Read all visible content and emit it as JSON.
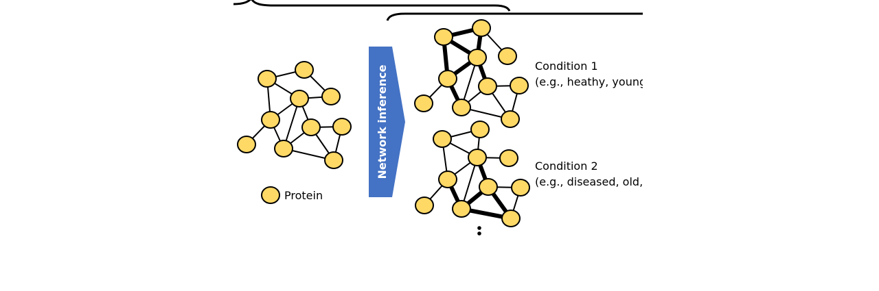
{
  "colors": {
    "node_fill": "#FFD966",
    "edge": "#000000",
    "arrow_fill": "#4472C4",
    "arrow_text": "#FFFFFF",
    "background": "#FFFFFF"
  },
  "legend": {
    "node_label": "Protein"
  },
  "arrow": {
    "label": "Network inference"
  },
  "conditions": [
    {
      "title": "Condition 1",
      "subtitle": "(e.g., heathy, young, e"
    },
    {
      "title": "Condition 2",
      "subtitle": "(e.g., diseased, old, e"
    }
  ],
  "more_indicator": ":"
}
